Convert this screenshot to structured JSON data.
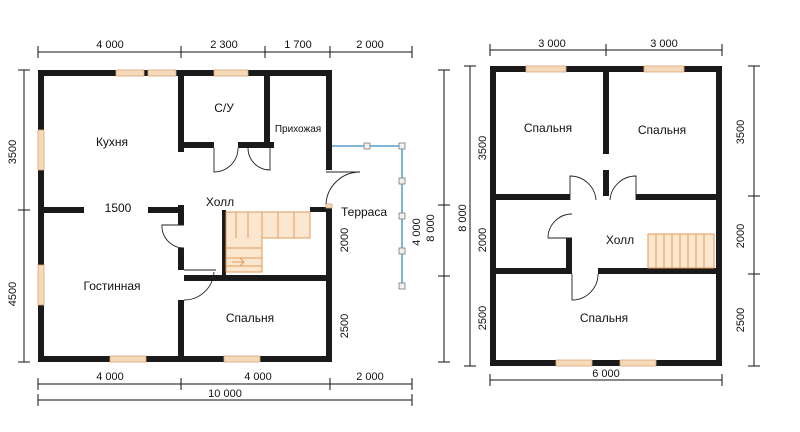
{
  "floor1": {
    "top_dims": [
      "4 000",
      "2 300",
      "1 700",
      "2 000"
    ],
    "bottom_dims": [
      "4 000",
      "4 000",
      "2 000"
    ],
    "total_width": "10 000",
    "left_dims": [
      "3500",
      "4500"
    ],
    "right_dims": [
      "2000",
      "2500"
    ],
    "terrace_dims": [
      "4 000",
      "8 000"
    ],
    "rooms": {
      "kitchen": "Кухня",
      "bathroom": "С/У",
      "hallway": "Прихожая",
      "hall": "Холл",
      "terrace": "Терраса",
      "living": "Гостинная",
      "bedroom": "Спальня"
    },
    "opening": "1500"
  },
  "floor2": {
    "top_dims": [
      "3 000",
      "3 000"
    ],
    "bottom_dim": "6 000",
    "left_dims": [
      "3500",
      "2000",
      "2500"
    ],
    "overall": "8 000",
    "right_dims": [
      "3500",
      "2000",
      "2500"
    ],
    "rooms": {
      "bedroom_left": "Спальня",
      "bedroom_right": "Спальня",
      "hall": "Холл",
      "bedroom_bottom": "Спальня"
    }
  },
  "colors": {
    "wall": "#1a1a1a",
    "window": "#f6d9b8",
    "stairs": "#e39a5a",
    "terrace_rail": "#7fb7d8"
  }
}
